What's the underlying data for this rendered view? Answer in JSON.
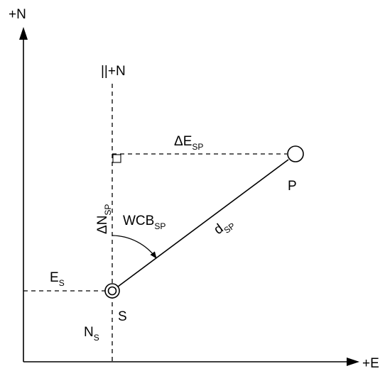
{
  "labels": {
    "north_axis": "+N",
    "east_axis": "+E",
    "grid_north": "||+N",
    "delta_e": "ΔE",
    "delta_e_sub": "SP",
    "delta_n": "ΔN",
    "delta_n_sub": "SP",
    "wcb": "WCB",
    "wcb_sub": "SP",
    "distance": "d",
    "distance_sub": "SP",
    "point_p": "P",
    "point_s": "S",
    "easting_s": "E",
    "easting_s_sub": "S",
    "northing_s": "N",
    "northing_s_sub": "S"
  },
  "colors": {
    "stroke": "#000000",
    "background": "#ffffff"
  }
}
